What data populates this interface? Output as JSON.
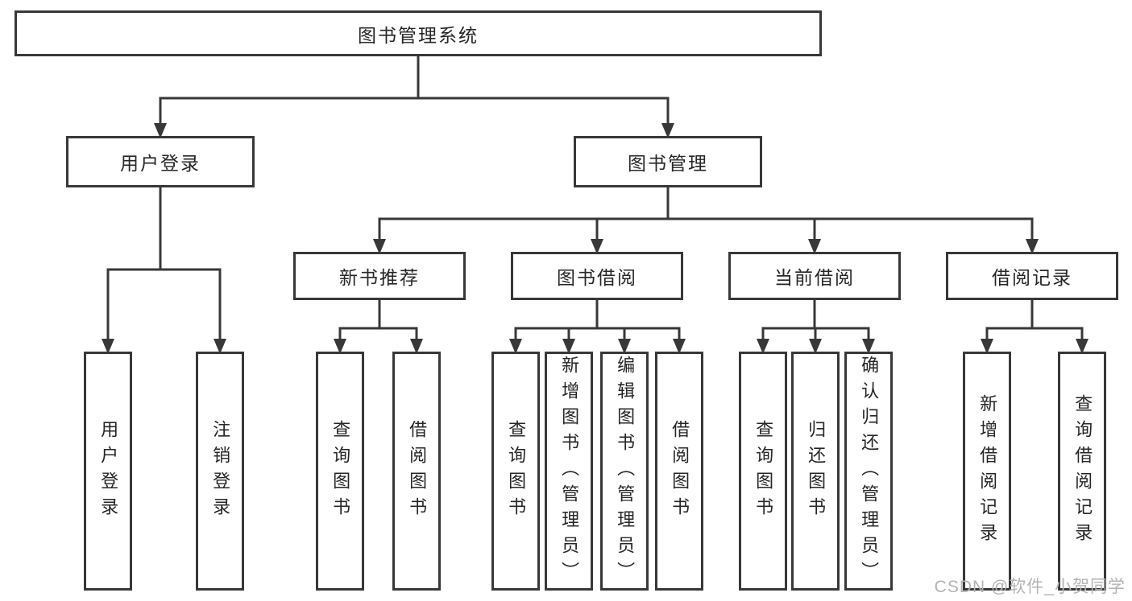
{
  "tree": {
    "root": {
      "label": "图书管理系统"
    },
    "branches": [
      {
        "label": "用户登录",
        "children": [
          {
            "label": "用户登录"
          },
          {
            "label": "注销登录"
          }
        ]
      },
      {
        "label": "图书管理",
        "groups": [
          {
            "label": "新书推荐",
            "children": [
              {
                "label": "查询图书"
              },
              {
                "label": "借阅图书"
              }
            ]
          },
          {
            "label": "图书借阅",
            "children": [
              {
                "label": "查询图书"
              },
              {
                "label": "新增图书（管理员）"
              },
              {
                "label": "编辑图书（管理员）"
              },
              {
                "label": "借阅图书"
              }
            ]
          },
          {
            "label": "当前借阅",
            "children": [
              {
                "label": "查询图书"
              },
              {
                "label": "归还图书"
              },
              {
                "label": "确认归还（管理员）"
              }
            ]
          },
          {
            "label": "借阅记录",
            "children": [
              {
                "label": "新增借阅记录"
              },
              {
                "label": "查询借阅记录"
              }
            ]
          }
        ]
      }
    ]
  },
  "watermark": {
    "text": "CSDN @软件_小贺同学"
  },
  "colors": {
    "line": "#383838",
    "text": "#262626",
    "watermark": "#b3b3b3",
    "background": "#ffffff"
  }
}
